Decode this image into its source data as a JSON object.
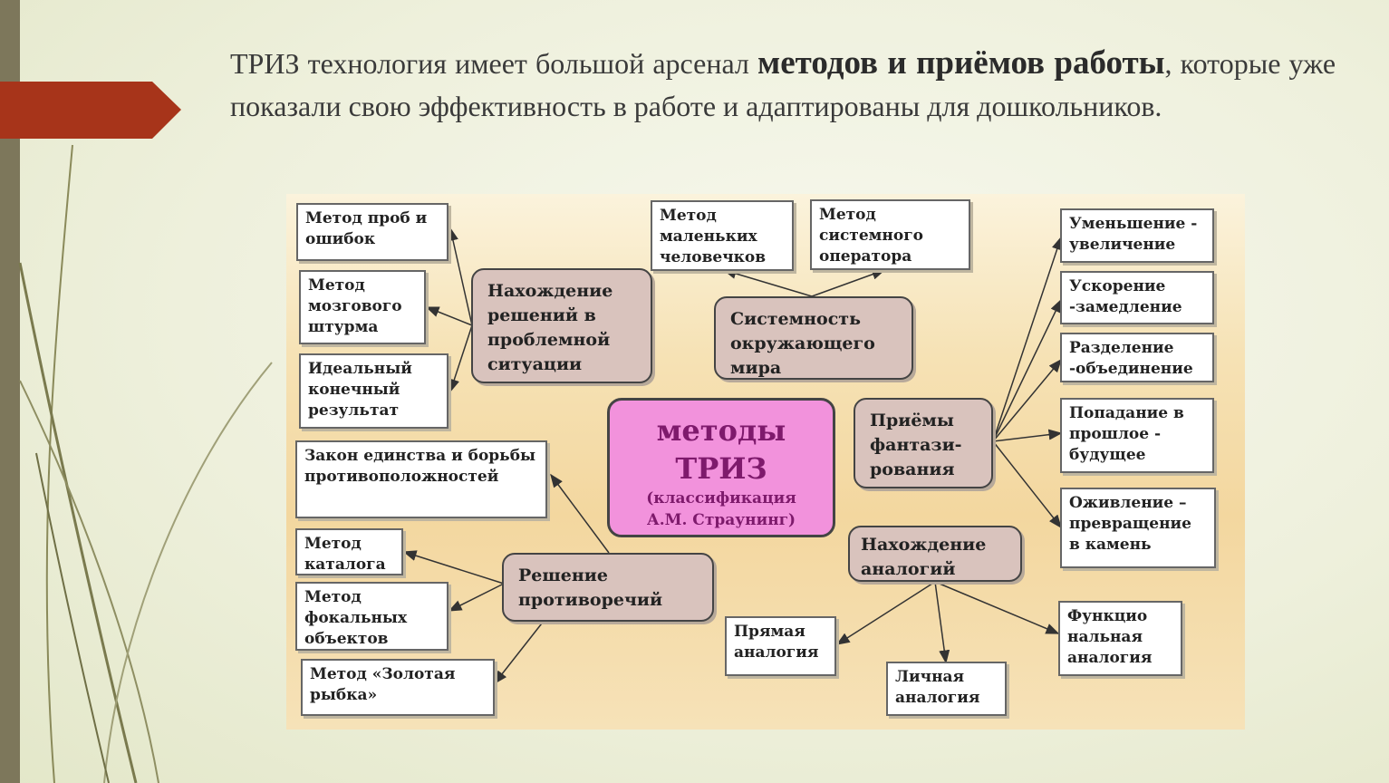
{
  "intro": {
    "part1": "ТРИЗ технология имеет большой арсенал ",
    "bold": "методов и приёмов работы",
    "part2": ", которые уже показали свою эффективность в работе и адаптированы для дошкольников."
  },
  "center": {
    "title_line1": "методы",
    "title_line2": "ТРИЗ",
    "subtitle_line1": "(классификация",
    "subtitle_line2": "А.М. Страунинг)"
  },
  "nodes": {
    "problem": "Нахождение решений в проблемной ситуации",
    "system": "Системность окружающего мира",
    "fantasy": "Приёмы фантази-рования",
    "contradictions": "Решение противоречий",
    "analogies": "Нахождение аналогий"
  },
  "boxes": {
    "trial_error": "Метод проб и ошибок",
    "brainstorm": "Метод мозгового штурма",
    "ideal_result": "Идеальный конечный результат",
    "little_men": "Метод маленьких человечков",
    "system_operator": "Метод системного оператора",
    "reduce_increase": "Уменьшение - увеличение",
    "speed_slow": "Ускорение -замедление",
    "split_merge": "Разделение -объединение",
    "past_future": "Попадание в прошлое - будущее",
    "animate": "Оживление – превращение в камень",
    "unity_law": "Закон единства и борьбы противоположностей",
    "catalog": "Метод каталога",
    "focal": "Метод фокальных объектов",
    "golden_fish": "Метод «Золотая рыбка»",
    "direct_analogy": "Прямая аналогия",
    "personal_analogy": "Личная аналогия",
    "functional_analogy": "Функцио нальная аналогия"
  }
}
